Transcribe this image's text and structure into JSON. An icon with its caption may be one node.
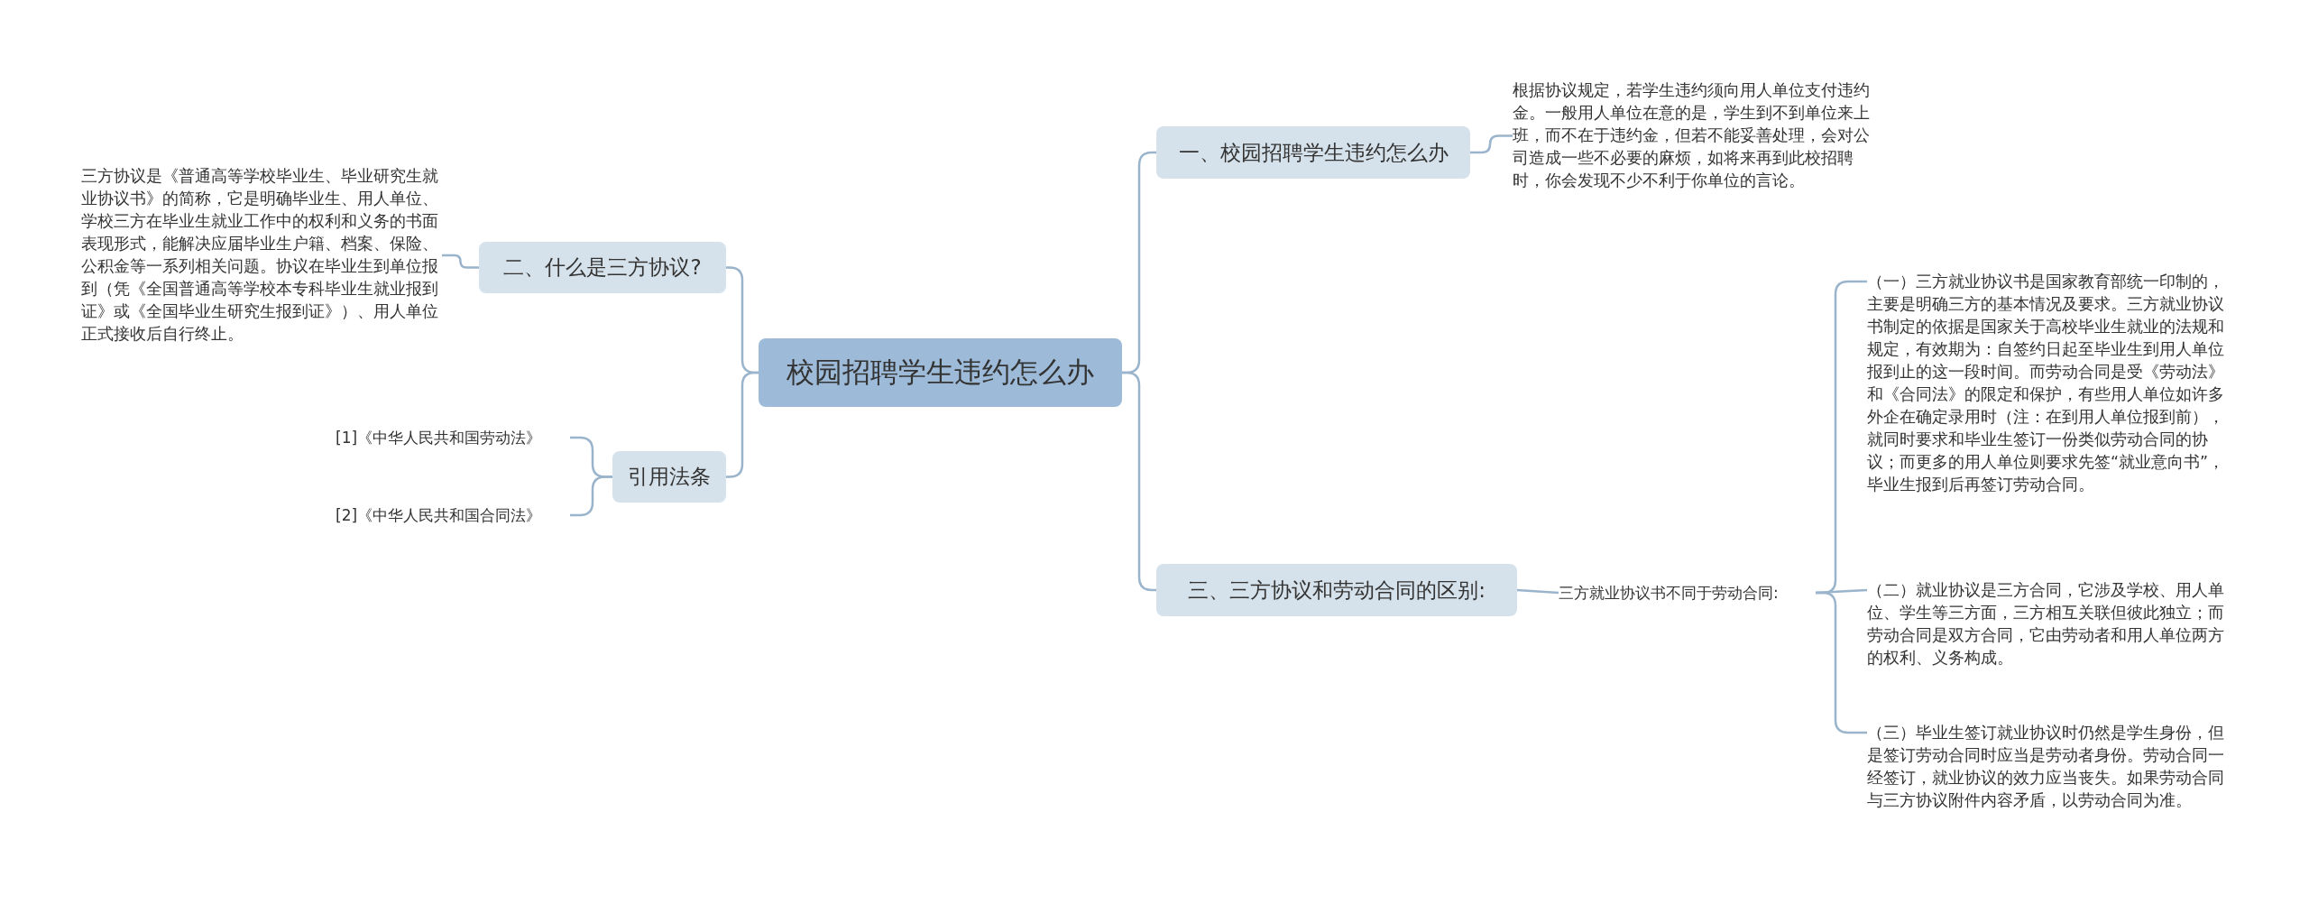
{
  "diagram": {
    "nodes": [
      {
        "text": [
          "校园招聘学生违约怎么办"
        ]
      },
      {
        "text": [
          "一、校园招聘学生违约怎么办"
        ]
      },
      {
        "text": [
          "根据协议规定，若学生违约须向用人单位支付违约金。一般用人单位在意的是，学生到不到单位来上班，而不在于违约金，但若不能妥善处理，会对公司造成一些不必要的麻烦，如将来再到此校招聘时，你会发现不少不利于你单位的言论。"
        ]
      },
      {
        "text": [
          "二、什么是三方协议?"
        ]
      },
      {
        "text": [
          "三方协议是《普通高等学校毕业生、毕业研究生就业协议书》的简称，它是明确毕业生、用人单位、学校三方在毕业生就业工作中的权利和义务的书面表现形式，能解决应届毕业生户籍、档案、保险、公积金等一系列相关问题。协议在毕业生到单位报到（凭《全国普通高等学校本专科毕业生就业报到证》或《全国毕业生研究生报到证》）、用人单位正式接收后自行终止。"
        ]
      },
      {
        "text": [
          "三、三方协议和劳动合同的区别:"
        ]
      },
      {
        "text": [
          "三方就业协议书不同于劳动合同:"
        ]
      },
      {
        "text": [
          "（一）三方就业协议书是国家教育部统一印制的，主要是明确三方的基本情况及要求。三方就业协议书制定的依据是国家关于高校毕业生就业的法规和规定，有效期为：自签约日起至毕业生到用人单位报到止的这一段时间。而劳动合同是受《劳动法》和《合同法》的限定和保护，有些用人单位如许多外企在确定录用时（注：在到用人单位报到前），就同时要求和毕业生签订一份类似劳动合同的协议；而更多的用人单位则要求先签“就业意向书”，毕业生报到后再签订劳动合同。"
        ]
      },
      {
        "text": [
          "（二）就业协议是三方合同，它涉及学校、用人单位、学生等三方面，三方相互关联但彼此独立；而劳动合同是双方合同，它由劳动者和用人单位两方的权利、义务构成。"
        ]
      },
      {
        "text": [
          "（三）毕业生签订就业协议时仍然是学生身份，但是签订劳动合同时应当是劳动者身份。劳动合同一经签订，就业协议的效力应当丧失。如果劳动合同与三方协议附件内容矛盾，以劳动合同为准。"
        ]
      },
      {
        "text": [
          "引用法条"
        ]
      },
      {
        "text": [
          "[1]《中华人民共和国劳动法》"
        ]
      },
      {
        "text": [
          "[2]《中华人民共和国合同法》"
        ]
      }
    ],
    "edges": [
      {
        "from": 0,
        "to": 1,
        "arrow": "none"
      },
      {
        "from": 1,
        "to": 2,
        "arrow": "none"
      },
      {
        "from": 0,
        "to": 3,
        "arrow": "none"
      },
      {
        "from": 3,
        "to": 4,
        "arrow": "none"
      },
      {
        "from": 0,
        "to": 5,
        "arrow": "none"
      },
      {
        "from": 5,
        "to": 6,
        "arrow": "none"
      },
      {
        "from": 6,
        "to": 7,
        "arrow": "none"
      },
      {
        "from": 6,
        "to": 8,
        "arrow": "none"
      },
      {
        "from": 6,
        "to": 9,
        "arrow": "none"
      },
      {
        "from": 0,
        "to": 10,
        "arrow": "none"
      },
      {
        "from": 10,
        "to": 11,
        "arrow": "none"
      },
      {
        "from": 10,
        "to": 12,
        "arrow": "none"
      }
    ]
  }
}
